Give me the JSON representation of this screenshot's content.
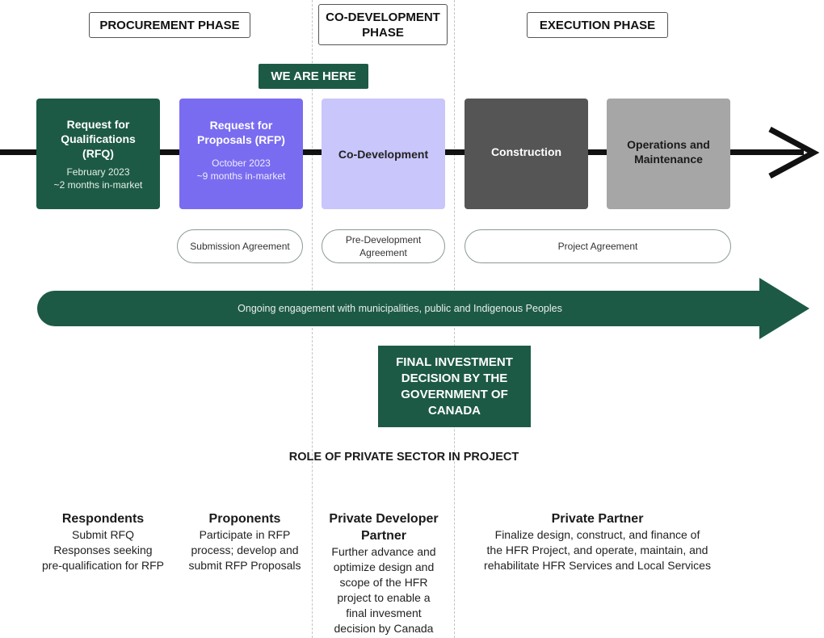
{
  "phases": {
    "procurement": "PROCUREMENT PHASE",
    "codevelopment_line1": "CO-DEVELOPMENT",
    "codevelopment_line2": "PHASE",
    "execution": "EXECUTION PHASE"
  },
  "we_are_here": "WE ARE HERE",
  "stages": {
    "rfq": {
      "title_lines": [
        "Request for",
        "Qualifications",
        "(RFQ)"
      ],
      "sub_lines": [
        "February 2023",
        "~2 months in-market"
      ],
      "color": "#1d5a45"
    },
    "rfp": {
      "title_lines": [
        "Request for",
        "Proposals (RFP)"
      ],
      "sub_lines": [
        "October 2023",
        "~9 months in-market"
      ],
      "color": "#7a6cf0"
    },
    "codev": {
      "title": "Co-Development",
      "color": "#c9c6fb"
    },
    "construction": {
      "title": "Construction",
      "color": "#555555"
    },
    "operations": {
      "title_lines": [
        "Operations and",
        "Maintenance"
      ],
      "color": "#a6a6a6"
    }
  },
  "agreements": {
    "submission": "Submission Agreement",
    "predev_line1": "Pre-Development",
    "predev_line2": "Agreement",
    "project": "Project Agreement"
  },
  "engagement": "Ongoing engagement with municipalities, public and Indigenous Peoples",
  "final_decision_lines": [
    "FINAL INVESTMENT",
    "DECISION BY THE",
    "GOVERNMENT OF",
    "CANADA"
  ],
  "role_heading": "ROLE OF PRIVATE SECTOR IN PROJECT",
  "roles": [
    {
      "title": "Respondents",
      "desc_lines": [
        "Submit RFQ",
        "Responses seeking",
        "pre-qualification for RFP"
      ]
    },
    {
      "title": "Proponents",
      "desc_lines": [
        "Participate in RFP",
        "process; develop and",
        "submit RFP Proposals"
      ]
    },
    {
      "title_lines": [
        "Private Developer",
        "Partner"
      ],
      "desc_lines": [
        "Further advance and",
        "optimize design and",
        "scope of the HFR",
        "project to enable a",
        "final invesment",
        "decision by Canada"
      ]
    },
    {
      "title": "Private Partner",
      "desc_lines": [
        "Finalize design, construct, and finance of",
        "the HFR Project, and operate, maintain, and",
        "rehabilitate HFR Services and Local Services"
      ]
    }
  ],
  "colors": {
    "brand_green": "#1d5a45",
    "purple": "#7a6cf0",
    "lavender": "#c9c6fb",
    "dark_gray": "#555555",
    "light_gray": "#a6a6a6"
  }
}
